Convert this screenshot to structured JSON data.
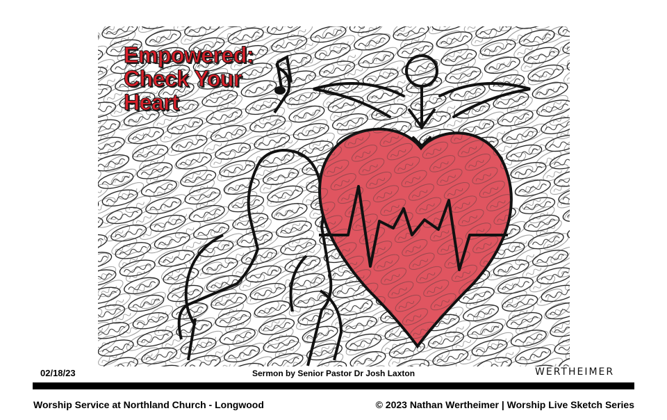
{
  "artwork": {
    "title_lines": [
      "Empowered:",
      "Check Your",
      "Heart"
    ],
    "colors": {
      "title": "#d8202a",
      "heart": "#e05560",
      "ink": "#111111"
    }
  },
  "caption": {
    "date": "02/18/23",
    "sermon": "Sermon by Senior Pastor Dr Josh Laxton",
    "signature": "WERTHEIMER"
  },
  "footer": {
    "left": "Worship Service at Northland Church - Longwood",
    "right": "© 2023 Nathan Wertheimer | Worship Live Sketch Series"
  }
}
